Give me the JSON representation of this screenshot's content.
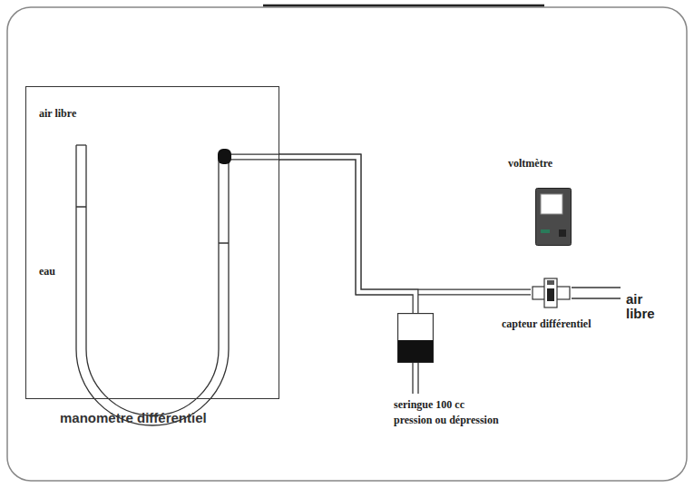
{
  "diagram": {
    "nodes": [
      {
        "text": [
          "air libre",
          "eau",
          "manomètre différentiel"
        ]
      },
      {
        "text": [
          "voltmètre"
        ]
      },
      {
        "text": [
          "seringue 100 cc",
          "pression ou dépression"
        ]
      },
      {
        "text": [
          "capteur différentiel"
        ]
      }
    ],
    "edges": [
      {
        "from": 0,
        "to": 3,
        "arrow": "none"
      },
      {
        "from": 0,
        "to": 2,
        "arrow": "none"
      }
    ],
    "labels": [
      "air libre"
    ]
  }
}
